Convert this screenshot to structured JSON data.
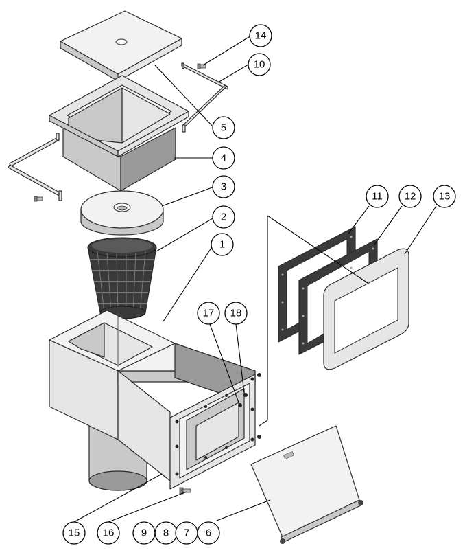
{
  "diagram": {
    "callouts": [
      {
        "id": "c14",
        "label": "14"
      },
      {
        "id": "c10",
        "label": "10"
      },
      {
        "id": "c5",
        "label": "5"
      },
      {
        "id": "c4",
        "label": "4"
      },
      {
        "id": "c3",
        "label": "3"
      },
      {
        "id": "c2",
        "label": "2"
      },
      {
        "id": "c1",
        "label": "1"
      },
      {
        "id": "c11",
        "label": "11"
      },
      {
        "id": "c12",
        "label": "12"
      },
      {
        "id": "c13",
        "label": "13"
      },
      {
        "id": "c17",
        "label": "17"
      },
      {
        "id": "c18",
        "label": "18"
      },
      {
        "id": "c15",
        "label": "15"
      },
      {
        "id": "c16",
        "label": "16"
      },
      {
        "id": "c9",
        "label": "9"
      },
      {
        "id": "c8",
        "label": "8"
      },
      {
        "id": "c7",
        "label": "7"
      },
      {
        "id": "c6",
        "label": "6"
      }
    ]
  }
}
